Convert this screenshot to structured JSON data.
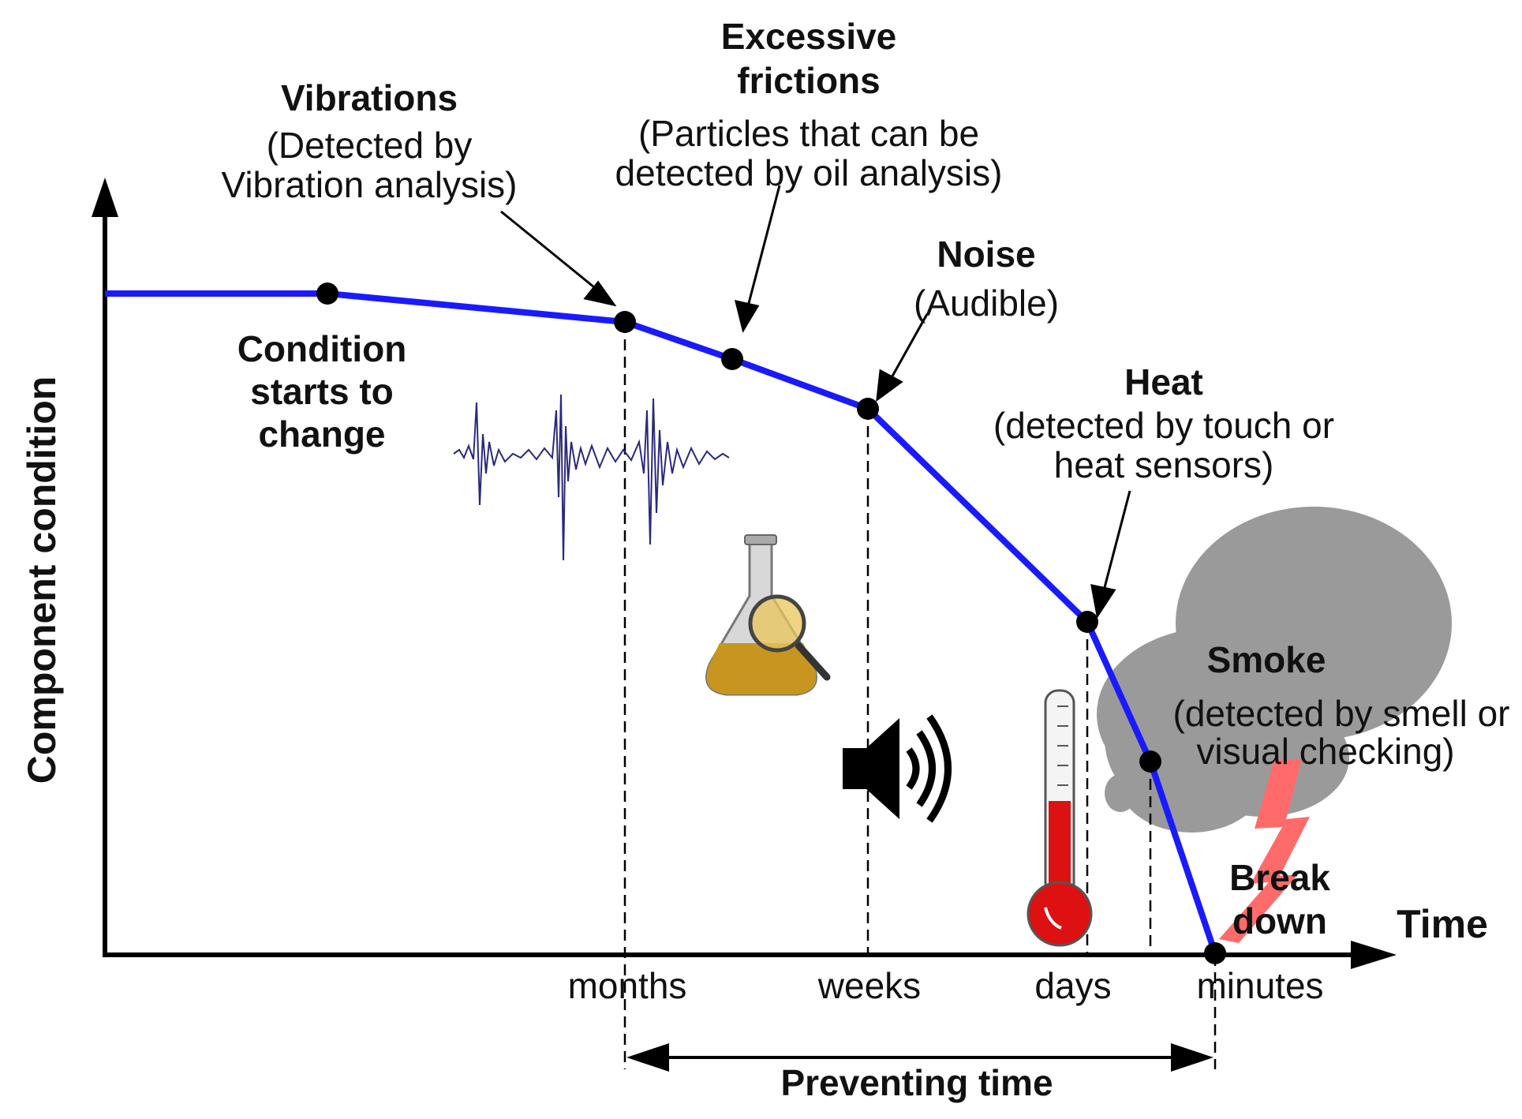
{
  "axes": {
    "y_label": "Component condition",
    "x_label": "Time"
  },
  "ticks": {
    "months": "months",
    "weeks": "weeks",
    "days": "days",
    "minutes": "minutes"
  },
  "labels": {
    "condition": [
      "Condition",
      "starts to",
      "change"
    ],
    "vibrations": {
      "title": "Vibrations",
      "detail": [
        "(Detected by",
        "Vibration analysis)"
      ]
    },
    "frictions": {
      "title": [
        "Excessive",
        "frictions"
      ],
      "detail": [
        "(Particles that can be",
        "detected by oil analysis)"
      ]
    },
    "noise": {
      "title": "Noise",
      "detail": "(Audible)"
    },
    "heat": {
      "title": "Heat",
      "detail": [
        "(detected by touch or",
        "heat sensors)"
      ]
    },
    "smoke": {
      "title": "Smoke",
      "detail": [
        "(detected by smell or",
        "visual checking)"
      ]
    },
    "breakdown": [
      "Break",
      "down"
    ]
  },
  "preventing_time": "Preventing time",
  "icons": [
    "vibration-waveform-icon",
    "oil-flask-magnifier-icon",
    "speaker-icon",
    "thermometer-icon",
    "smoke-cloud-icon",
    "lightning-icon"
  ],
  "colors": {
    "curve": "#1a1aff",
    "points": "#000000",
    "smoke": "#9a9a9a",
    "lightning": "#ff6b6b",
    "thermometer_fill": "#dd1111",
    "oil": "#c8961e"
  }
}
